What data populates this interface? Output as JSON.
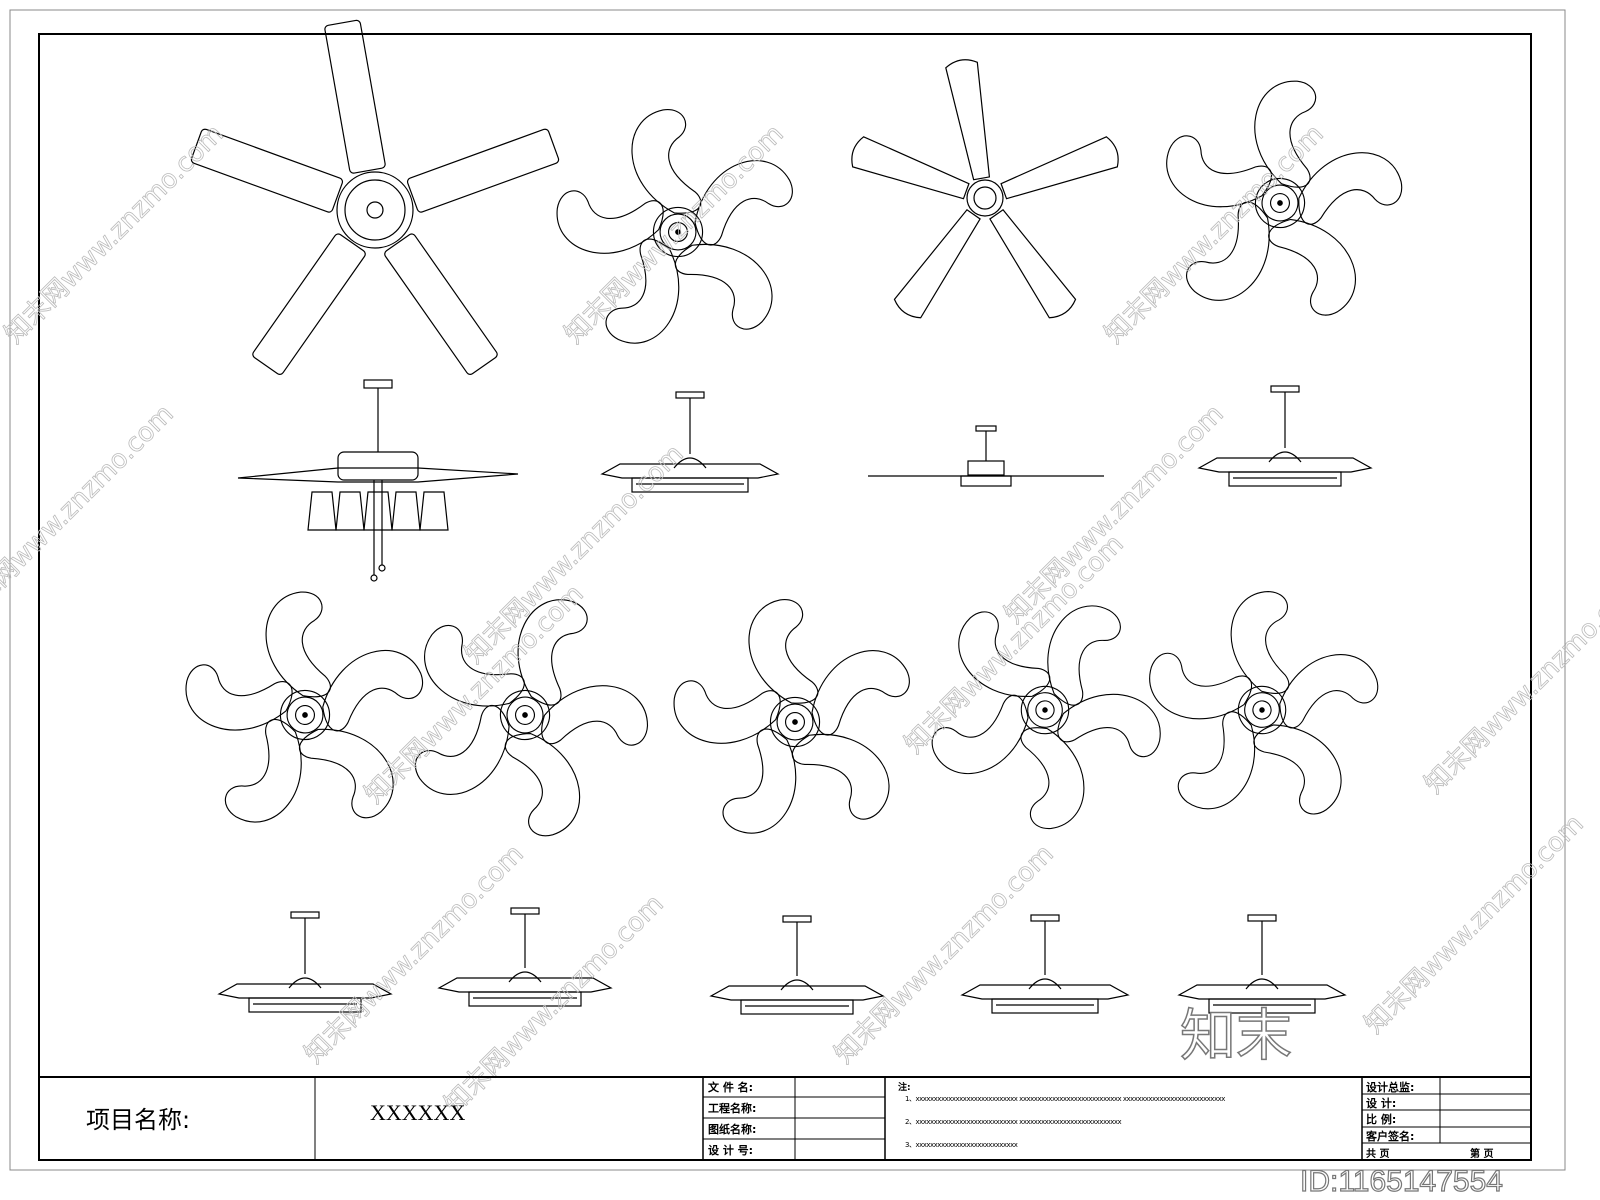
{
  "title_block": {
    "project_label": "项目名称:",
    "project_value": "XXXXXX",
    "fields": [
      "文 件 名:",
      "工程名称:",
      "图纸名称:",
      "设 计 号:"
    ],
    "notes_label": "注:",
    "notes": [
      "1、xxxxxxxxxxxxxxxxxxxxxxxxxxxx    xxxxxxxxxxxxxxxxxxxxxxxxxxxx    xxxxxxxxxxxxxxxxxxxxxxxxxxxx",
      "2、xxxxxxxxxxxxxxxxxxxxxxxxxxxx    xxxxxxxxxxxxxxxxxxxxxxxxxxxx",
      "3、xxxxxxxxxxxxxxxxxxxxxxxxxxxx"
    ],
    "right_fields": [
      "设计总监:",
      "设    计:",
      "比    例:",
      "客户签名:"
    ],
    "page_total": "共    页",
    "page_current": "第    页"
  },
  "watermark": {
    "text": "知末网www.znzmo.com",
    "logo": "知末",
    "id": "ID:1165147554"
  }
}
